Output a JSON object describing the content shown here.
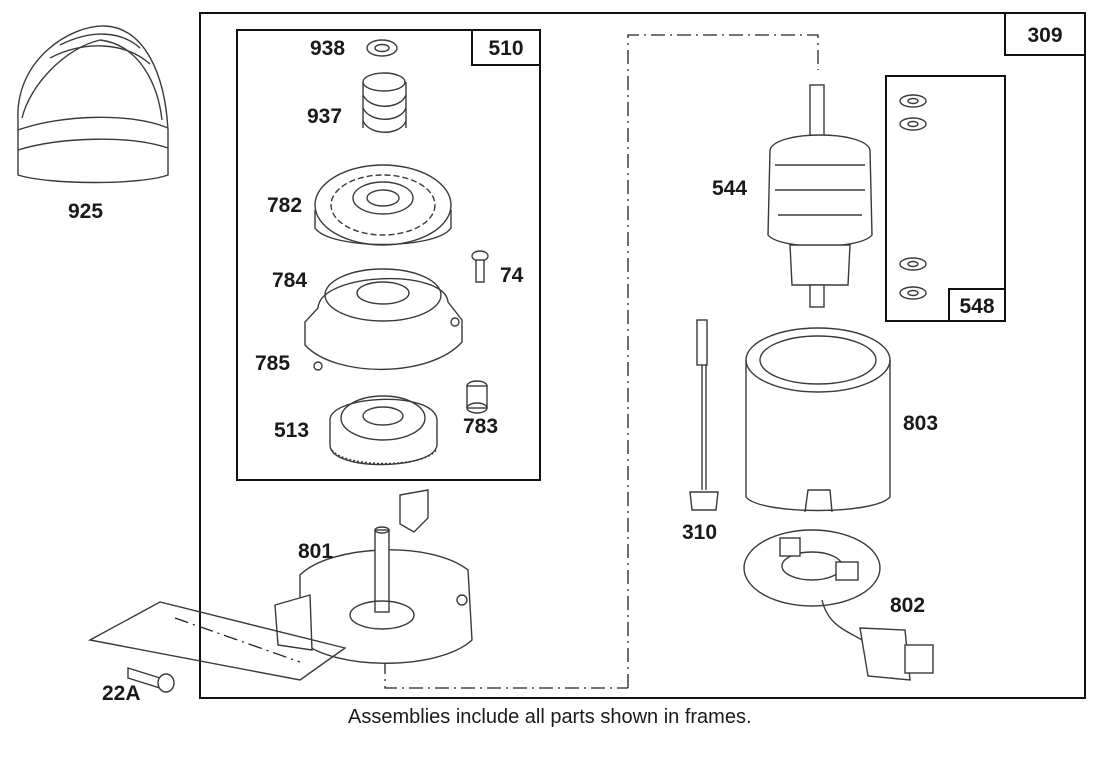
{
  "frames": {
    "outer": "309",
    "drive": "510",
    "brush": "548"
  },
  "parts": {
    "p925": "925",
    "p938": "938",
    "p937": "937",
    "p782": "782",
    "p784": "784",
    "p785": "785",
    "p74": "74",
    "p513": "513",
    "p783": "783",
    "p801": "801",
    "p22a": "22A",
    "p544": "544",
    "p803": "803",
    "p310": "310",
    "p802": "802"
  },
  "footnote": "Assemblies include all parts shown in frames."
}
